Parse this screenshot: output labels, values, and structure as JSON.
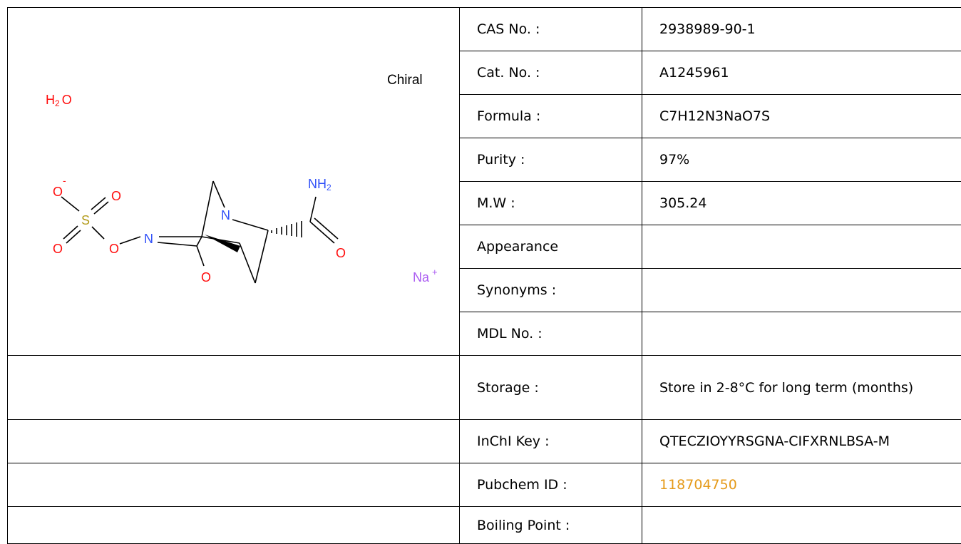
{
  "structure": {
    "chiral_label": "Chiral",
    "water": {
      "h": "H",
      "sub": "2",
      "o": "O"
    },
    "sulfonate": {
      "o_top": "O",
      "charge_minus": "-",
      "s": "S",
      "o_right": "O",
      "o_left": "O",
      "o_link": "O"
    },
    "ring": {
      "n1": "N",
      "n2": "N",
      "o_carbonyl": "O"
    },
    "amide": {
      "nh": "NH",
      "sub": "2",
      "o": "O"
    },
    "sodium": {
      "na": "Na",
      "charge_plus": "+"
    },
    "colors": {
      "oxygen": "#ff0d0d",
      "nitrogen": "#3050f8",
      "sulfur": "#b39b1a",
      "sodium": "#ab5cf2",
      "bond": "#000000"
    }
  },
  "properties": [
    {
      "label": "CAS No. :",
      "value": "2938989-90-1"
    },
    {
      "label": "Cat. No. :",
      "value": "A1245961"
    },
    {
      "label": "Formula :",
      "value": "C7H12N3NaO7S"
    },
    {
      "label": "Purity :",
      "value": "97%"
    },
    {
      "label": "M.W :",
      "value": "305.24"
    },
    {
      "label": "Appearance",
      "value": ""
    },
    {
      "label": "Synonyms :",
      "value": ""
    },
    {
      "label": "MDL No. :",
      "value": ""
    },
    {
      "label": "Storage :",
      "value": "Store in 2-8°C for long term (months)"
    },
    {
      "label": "InChI Key :",
      "value": "QTECZIOYYRSGNA-CIFXRNLBSA-M"
    },
    {
      "label": "Pubchem ID :",
      "value": "118704750"
    },
    {
      "label": "Boiling Point :",
      "value": ""
    }
  ],
  "link_color": "#e59a19"
}
